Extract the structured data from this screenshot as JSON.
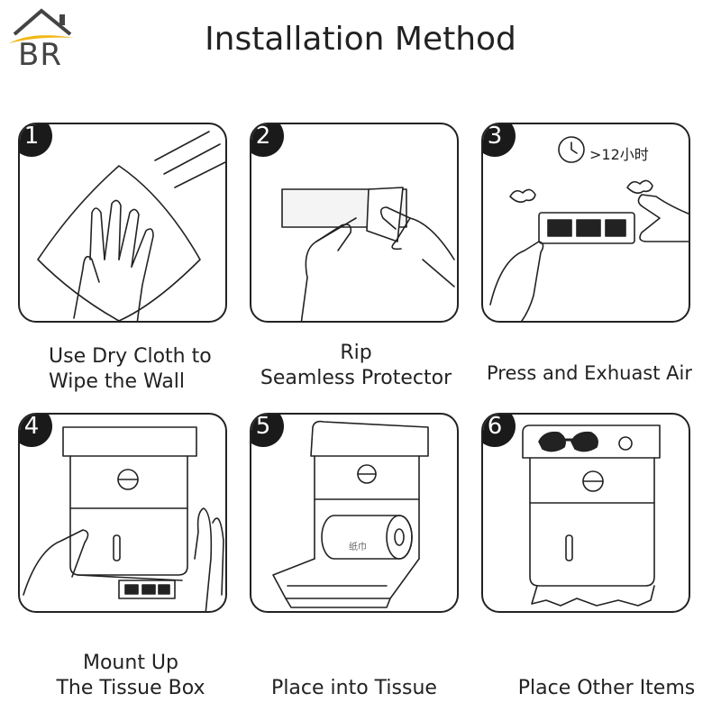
{
  "logo": {
    "text": "BR",
    "colors": {
      "roof": "#444444",
      "swoosh": "#f2b818"
    }
  },
  "title": "Installation Method",
  "steps": [
    {
      "number": "1",
      "caption_lines": [
        "Use Dry Cloth to",
        "Wipe the Wall"
      ]
    },
    {
      "number": "2",
      "caption_lines": [
        "Rip",
        "Seamless Protector"
      ]
    },
    {
      "number": "3",
      "caption_lines": [
        "Press and Exhuast Air"
      ],
      "timer_text": ">12小时"
    },
    {
      "number": "4",
      "caption_lines": [
        "Mount Up",
        "The Tissue Box"
      ]
    },
    {
      "number": "5",
      "caption_lines": [
        "Place into Tissue"
      ],
      "roll_label": "纸巾"
    },
    {
      "number": "6",
      "caption_lines": [
        "Place Other Items"
      ]
    }
  ],
  "icons": {
    "step1": "hand-wiping-cloth-icon",
    "step2": "hands-peeling-protector-icon",
    "step3": "hands-pressing-adhesive-strip-icon",
    "step3_timer": "clock-icon",
    "step4": "hands-mounting-tissue-box-icon",
    "step5": "tissue-box-open-with-roll-icon",
    "step6": "tissue-box-with-glasses-icon"
  }
}
